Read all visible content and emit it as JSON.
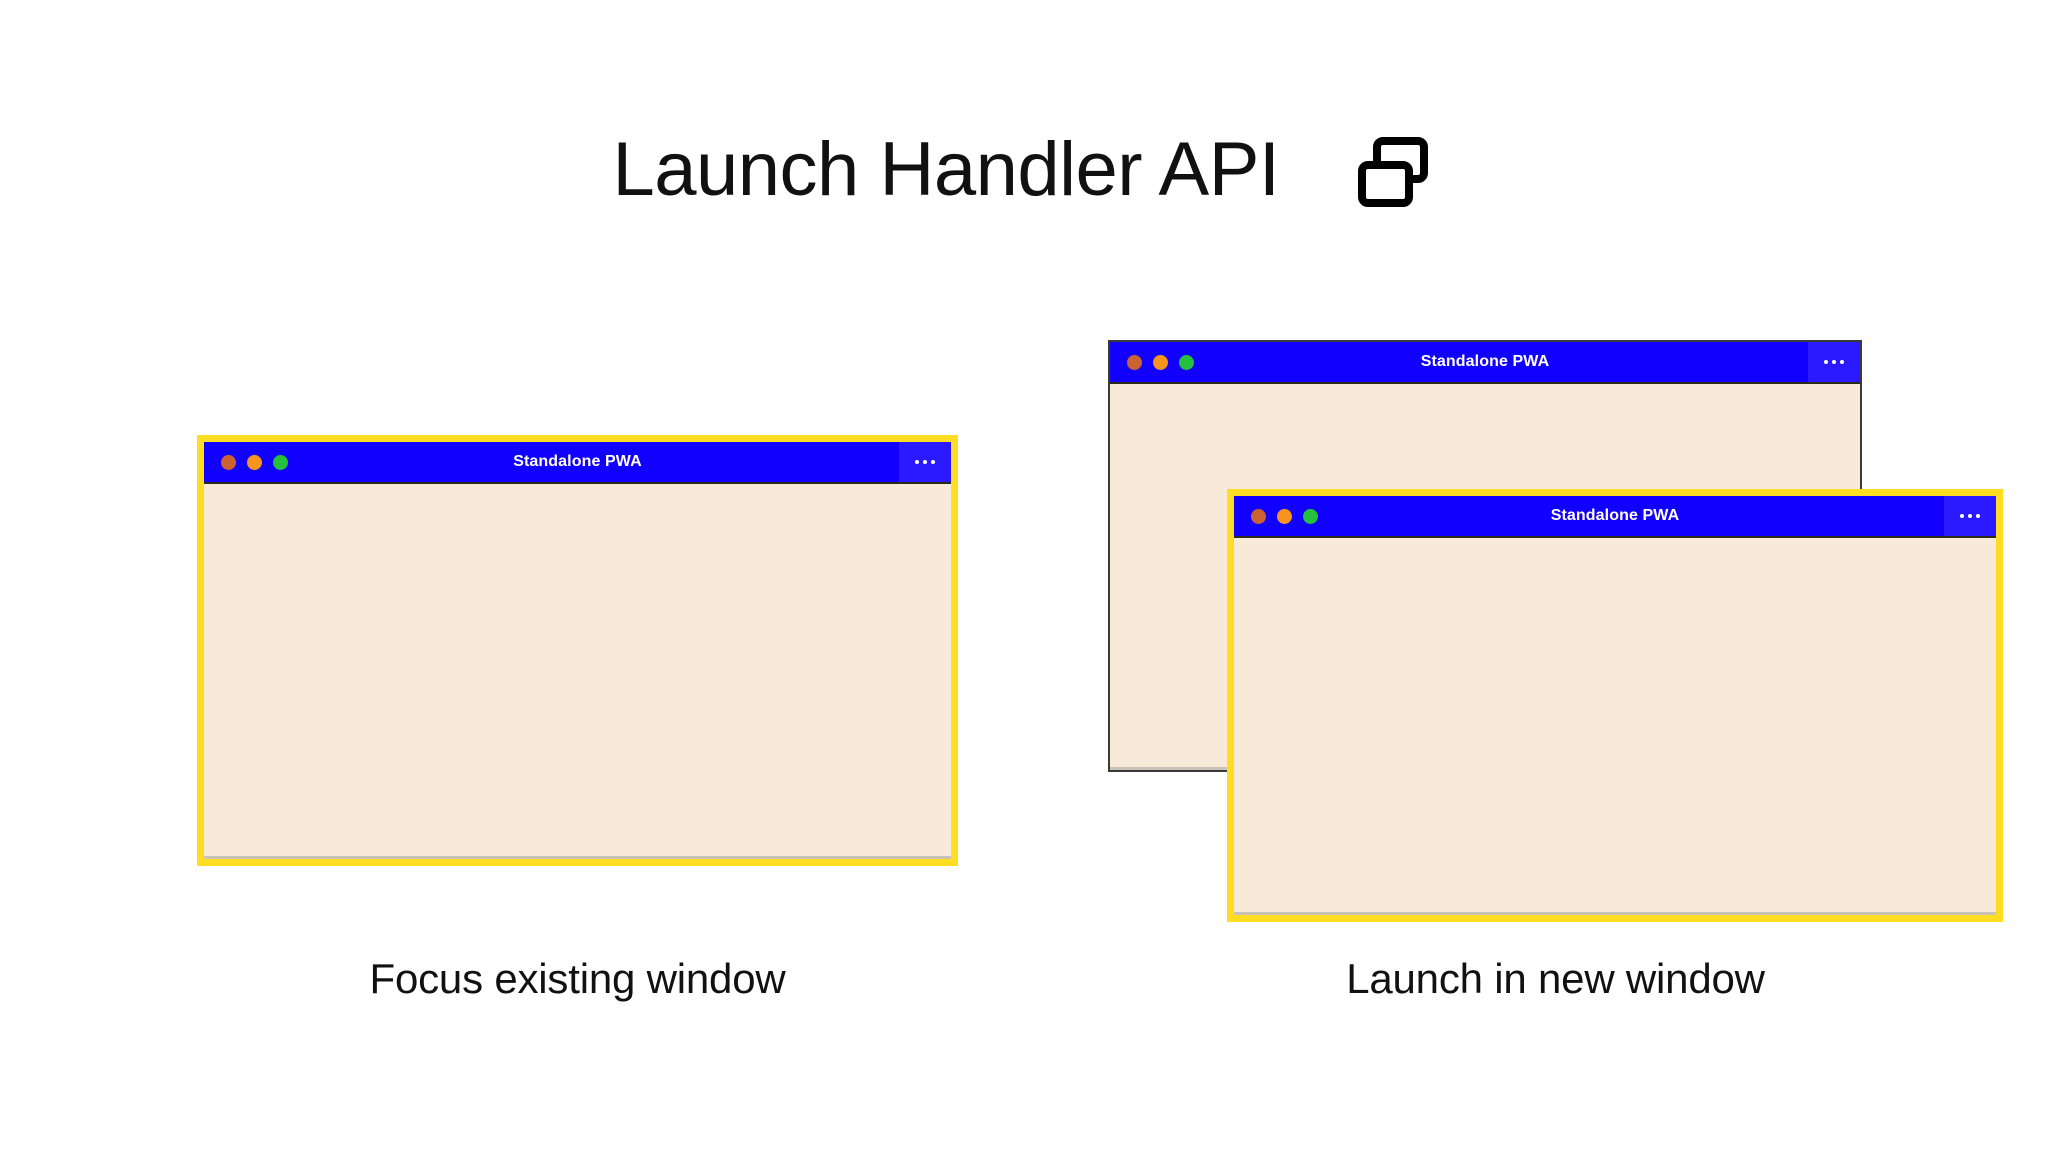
{
  "header": {
    "title": "Launch Handler API",
    "icon": "two-windows-icon"
  },
  "panels": [
    {
      "id": "focus-existing-window",
      "caption": "Focus existing window",
      "windows": [
        {
          "id": "focus-window",
          "title": "Standalone PWA",
          "highlighted": true,
          "highlight_color": "#ffdd22",
          "titlebar_color": "#1200ff",
          "body_color": "#f7ead9",
          "menu_icon": "overflow-menu-icon",
          "traffic_lights": [
            "close-dot",
            "minimize-dot",
            "maximize-dot"
          ]
        }
      ]
    },
    {
      "id": "launch-in-new-window",
      "caption": "Launch in new window",
      "windows": [
        {
          "id": "existing-window",
          "title": "Standalone PWA",
          "highlighted": false,
          "highlight_color": "#3a3a3a",
          "titlebar_color": "#1200ff",
          "body_color": "#f7ead9",
          "menu_icon": "overflow-menu-icon",
          "traffic_lights": [
            "close-dot",
            "minimize-dot",
            "maximize-dot"
          ]
        },
        {
          "id": "new-window",
          "title": "Standalone PWA",
          "highlighted": true,
          "highlight_color": "#ffdd22",
          "titlebar_color": "#1200ff",
          "body_color": "#f7ead9",
          "menu_icon": "overflow-menu-icon",
          "traffic_lights": [
            "close-dot",
            "minimize-dot",
            "maximize-dot"
          ]
        }
      ]
    }
  ],
  "colors": {
    "blue": "#1200ff",
    "menu_blue": "#2b1aff",
    "cream": "#f7ead9",
    "yellow_highlight": "#ffdd22",
    "dot_red": "#cc6132",
    "dot_yellow": "#f7941e",
    "dot_green": "#25c13c",
    "text_dark": "#111111",
    "background": "#ffffff"
  }
}
